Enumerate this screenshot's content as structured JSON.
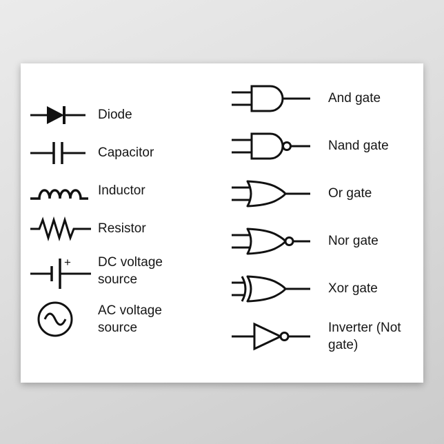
{
  "poster": {
    "left_column": [
      {
        "name": "diode",
        "label": "Diode"
      },
      {
        "name": "capacitor",
        "label": "Capacitor"
      },
      {
        "name": "inductor",
        "label": "Inductor"
      },
      {
        "name": "resistor",
        "label": "Resistor"
      },
      {
        "name": "dc-voltage-source",
        "label": "DC voltage source"
      },
      {
        "name": "ac-voltage-source",
        "label": "AC voltage source"
      }
    ],
    "right_column": [
      {
        "name": "and-gate",
        "label": "And gate"
      },
      {
        "name": "nand-gate",
        "label": "Nand gate"
      },
      {
        "name": "or-gate",
        "label": "Or gate"
      },
      {
        "name": "nor-gate",
        "label": "Nor gate"
      },
      {
        "name": "xor-gate",
        "label": "Xor gate"
      },
      {
        "name": "inverter",
        "label": "Inverter (Not gate)"
      }
    ],
    "dc_plus_sign": "+",
    "colors": {
      "ink": "#111111",
      "poster_bg": "#ffffff",
      "backdrop": "#d8d8d8"
    }
  }
}
